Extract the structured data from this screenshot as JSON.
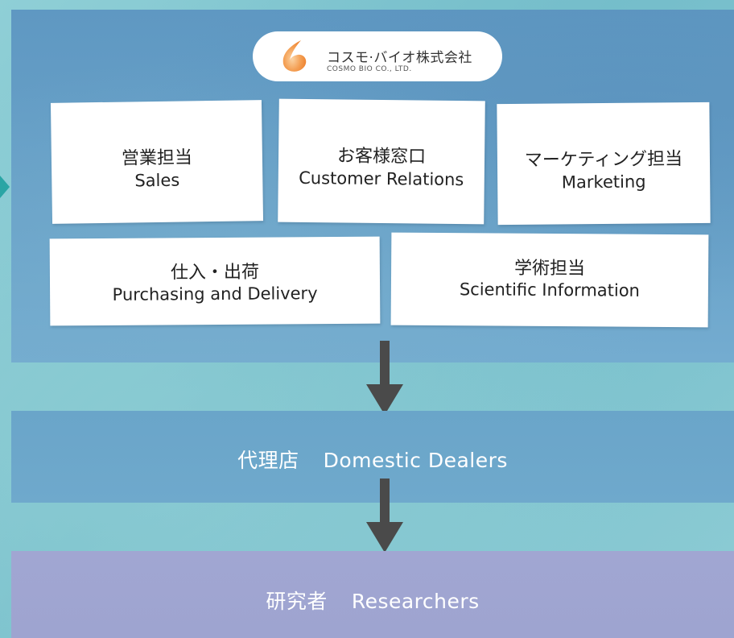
{
  "company": {
    "logo_jp": "コスモ·バイオ株式会社",
    "logo_en": "COSMO BIO CO., LTD."
  },
  "departments": {
    "sales": {
      "jp": "営業担当",
      "en": "Sales"
    },
    "customer": {
      "jp": "お客様窓口",
      "en": "Customer Relations"
    },
    "marketing": {
      "jp": "マーケティング担当",
      "en": "Marketing"
    },
    "purchasing": {
      "jp": "仕入・出荷",
      "en": "Purchasing and Delivery"
    },
    "scientific": {
      "jp": "学術担当",
      "en": "Scientific  Information"
    }
  },
  "dealers": {
    "jp": "代理店",
    "en": "Domestic Dealers"
  },
  "researchers": {
    "jp": "研究者",
    "en": "Researchers"
  },
  "colors": {
    "company_panel": "#6aa3c9",
    "dealers_band": "#6aa5c9",
    "researchers_band": "#9ea4d0",
    "arrow": "#4a4a4a",
    "edge_arrow": "#2aa5a5",
    "logo_mark": "#f08a3c"
  }
}
